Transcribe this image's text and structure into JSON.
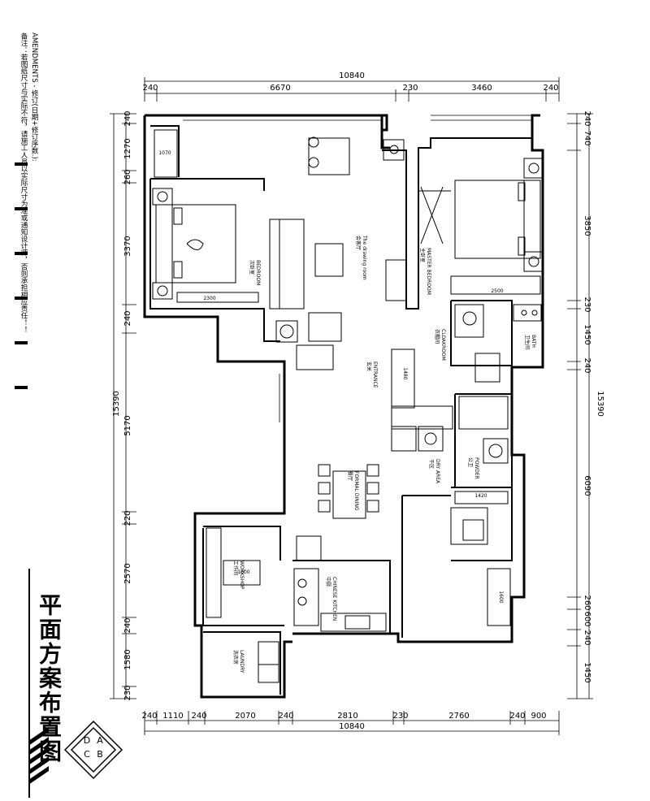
{
  "notes": {
    "amendments": "AMENDMENTS - 修订(日期+修订序数.):",
    "remark": "备注：若图纸尺寸与实际不符，请施工人员以实际尺寸为准或通知设计师，否则承担相应责任！！"
  },
  "title": "平面方案布置图",
  "logo_letters": [
    "A",
    "B",
    "C",
    "D"
  ],
  "dimensions": {
    "top": {
      "overall": "10840",
      "segments": [
        "240",
        "6670",
        "230",
        "3460",
        "240"
      ]
    },
    "bottom": {
      "overall": "10840",
      "segments": [
        "240",
        "1110",
        "240",
        "2070",
        "240",
        "2810",
        "230",
        "2760",
        "240",
        "900"
      ]
    },
    "left": {
      "overall": "15390",
      "segments": [
        "240",
        "1270",
        "260",
        "3370",
        "240",
        "5170",
        "220",
        "2570",
        "240",
        "1580",
        "230"
      ]
    },
    "right": {
      "overall": "15390",
      "segments": [
        "240",
        "740",
        "3850",
        "230",
        "1450",
        "240",
        "6090",
        "260",
        "600",
        "240",
        "1450"
      ]
    }
  },
  "rooms": {
    "bedroom": {
      "cn": "次卧室",
      "en": "BEDROOM"
    },
    "drawing_room": {
      "cn": "会客厅",
      "en": "The drawing room"
    },
    "master_bedroom": {
      "cn": "主卧室",
      "en": "MASTER BEDROOM"
    },
    "bath": {
      "cn": "卫生间",
      "en": "BATH"
    },
    "cloakroom": {
      "cn": "衣帽间",
      "en": "CLOAKROOM"
    },
    "entrance": {
      "cn": "玄关",
      "en": "ENTRANCE"
    },
    "dry_area": {
      "cn": "干区",
      "en": "DRY AREA"
    },
    "powder": {
      "cn": "公卫",
      "en": "POWDER"
    },
    "formal_dining": {
      "cn": "餐厅",
      "en": "FORMAL DINING"
    },
    "workshop": {
      "cn": "工作间",
      "en": "WORKSHOP"
    },
    "chinese_kitchen": {
      "cn": "中厨",
      "en": "CHINESE KITCHEN"
    },
    "laundry": {
      "cn": "洗衣房",
      "en": "LAUNDRY"
    }
  },
  "measurements": {
    "m1070": "1070",
    "m2300": "2300",
    "m2500": "2500",
    "m1480": "1480",
    "m1420": "1420",
    "m1600_a": "1600",
    "m1600_b": "1600"
  }
}
